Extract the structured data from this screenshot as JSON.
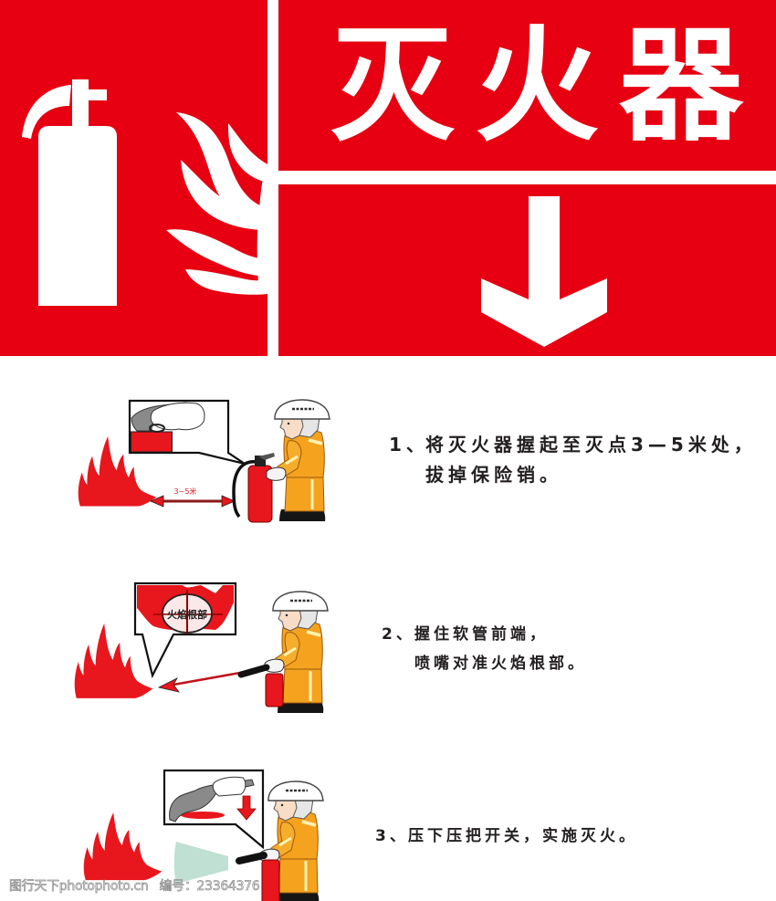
{
  "header": {
    "title": "灭火器",
    "symbol_icons": [
      "fire-extinguisher-icon",
      "flame-icon"
    ],
    "direction_icon": "arrow-down-icon"
  },
  "steps": [
    {
      "number": "1、",
      "lines": [
        "将灭火器握起至灭点3—5米处，",
        "拔掉保险销。"
      ],
      "illustration": {
        "distance_label": "3~5米"
      }
    },
    {
      "number": "2、",
      "lines": [
        "握住软管前端，",
        "喷嘴对准火焰根部。"
      ],
      "illustration": {
        "callout_label": "火焰根部"
      }
    },
    {
      "number": "3、",
      "lines": [
        "压下压把开关，实施灭火。"
      ]
    }
  ],
  "watermark": {
    "site": "图行天下photophoto.cn",
    "id_text": "编号：23364376"
  },
  "colors": {
    "sign_red": "#e60012",
    "flame_red": "#e8161d",
    "suit_orange": "#f5a21e",
    "spray_green": "#bfe0d2",
    "text": "#231f20"
  }
}
